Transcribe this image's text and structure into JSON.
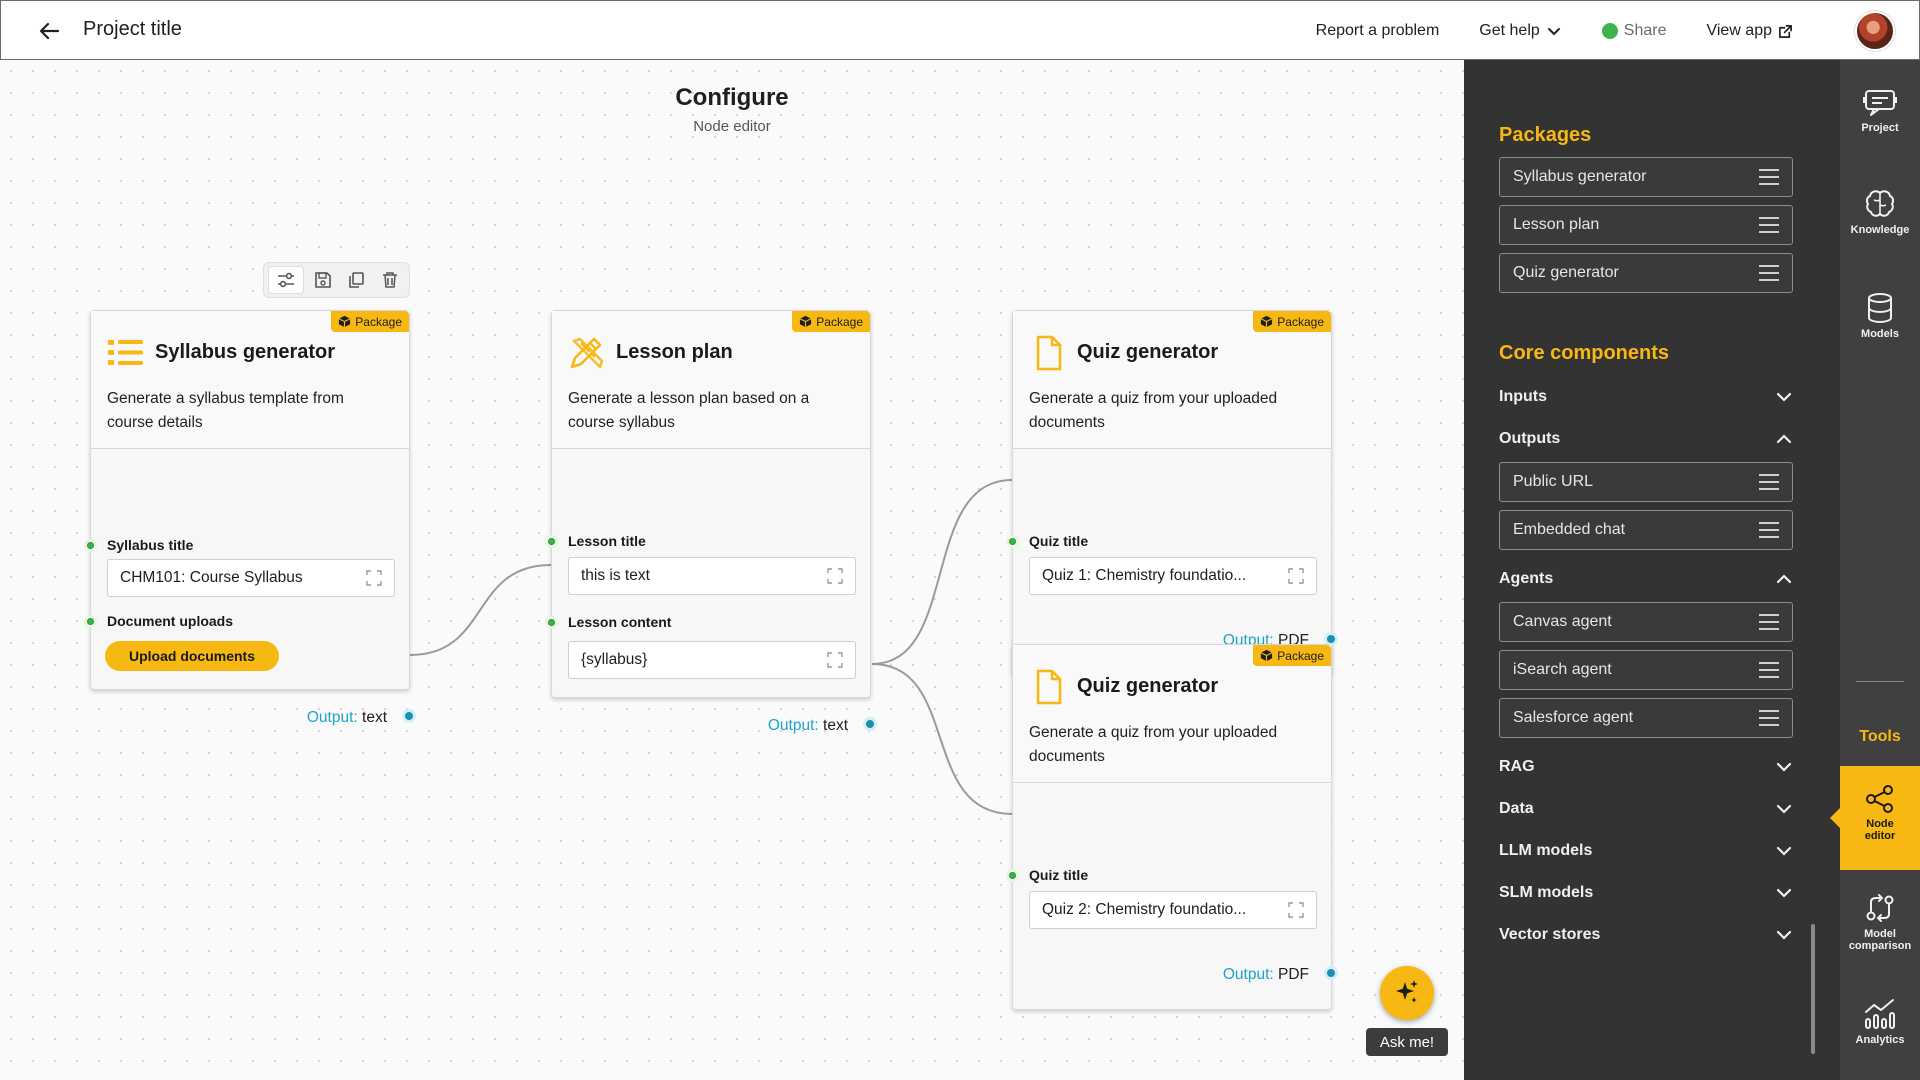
{
  "header": {
    "title": "Project title",
    "report_label": "Report a problem",
    "help_label": "Get help",
    "share_label": "Share",
    "view_app_label": "View app"
  },
  "canvas": {
    "title": "Configure",
    "subtitle": "Node editor"
  },
  "nodes": [
    {
      "title": "Syllabus generator",
      "badge": "Package",
      "description": "Generate a syllabus template from course details",
      "field1_label": "Syllabus title",
      "field1_value": "CHM101: Course Syllabus",
      "field2_label": "Document uploads",
      "button_label": "Upload documents",
      "output_label": "Output:",
      "output_type": "text"
    },
    {
      "title": "Lesson plan",
      "badge": "Package",
      "description": "Generate a lesson plan based on a course syllabus",
      "field1_label": "Lesson title",
      "field1_value": "this is text",
      "field2_label": "Lesson content",
      "field2_value": "{syllabus}",
      "output_label": "Output:",
      "output_type": "text"
    },
    {
      "title": "Quiz generator",
      "badge": "Package",
      "description": "Generate a quiz from your uploaded documents",
      "field1_label": "Quiz title",
      "field1_value": "Quiz 1: Chemistry foundatio...",
      "output_label": "Output:",
      "output_type": "PDF"
    },
    {
      "title": "Quiz generator",
      "badge": "Package",
      "description": "Generate a quiz from your uploaded documents",
      "field1_label": "Quiz title",
      "field1_value": "Quiz 2: Chemistry foundatio...",
      "output_label": "Output:",
      "output_type": "PDF"
    }
  ],
  "panel": {
    "packages_heading": "Packages",
    "packages": [
      "Syllabus generator",
      "Lesson plan",
      "Quiz generator"
    ],
    "core_heading": "Core components",
    "inputs": "Inputs",
    "outputs": "Outputs",
    "outputs_items": [
      "Public URL",
      "Embedded chat"
    ],
    "agents": "Agents",
    "agents_items": [
      "Canvas agent",
      "iSearch agent",
      "Salesforce agent"
    ],
    "rag": "RAG",
    "data": "Data",
    "llm": "LLM models",
    "slm": "SLM models",
    "vector": "Vector stores"
  },
  "rail": {
    "project": "Project",
    "knowledge": "Knowledge",
    "models": "Models",
    "tools": "Tools",
    "node_editor": "Node editor",
    "model_comparison": "Model comparison",
    "analytics": "Analytics"
  },
  "assistant": {
    "label": "Ask me!"
  },
  "colors": {
    "accent": "#f7b813",
    "panel": "#333333",
    "rail": "#404040",
    "input_port": "#3cb44b",
    "output_port": "#1b8fb0",
    "output_text": "#1ea5c9"
  }
}
